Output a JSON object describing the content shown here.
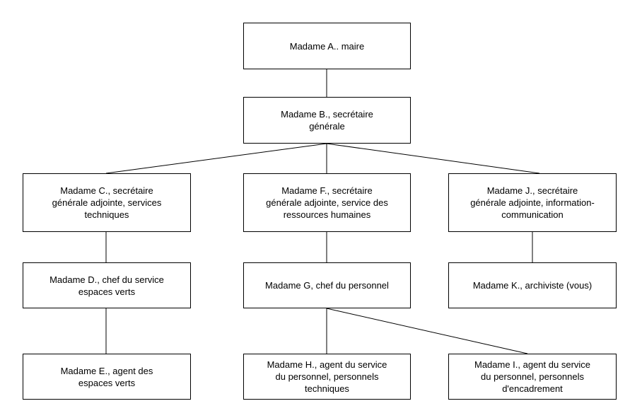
{
  "nodes": {
    "a": "Madame A.. maire",
    "b": "Madame B., secrétaire\ngénérale",
    "c": "Madame C., secrétaire\ngénérale adjointe, services\ntechniques",
    "f": "Madame F., secrétaire\ngénérale adjointe, service des\nressources humaines",
    "j": "Madame J., secrétaire\ngénérale adjointe, information-\ncommunication",
    "d": "Madame D., chef du service\nespaces verts",
    "g": "Madame G, chef du personnel",
    "k": "Madame K., archiviste (vous)",
    "e": "Madame E., agent des\nespaces verts",
    "h": "Madame H., agent du service\ndu personnel, personnels\ntechniques",
    "i": "Madame I., agent du service\ndu personnel, personnels\nd'encadrement"
  },
  "edges": [
    [
      "a",
      "b"
    ],
    [
      "b",
      "c"
    ],
    [
      "b",
      "f"
    ],
    [
      "b",
      "j"
    ],
    [
      "c",
      "d"
    ],
    [
      "d",
      "e"
    ],
    [
      "f",
      "g"
    ],
    [
      "g",
      "h"
    ],
    [
      "g",
      "i"
    ],
    [
      "j",
      "k"
    ]
  ]
}
